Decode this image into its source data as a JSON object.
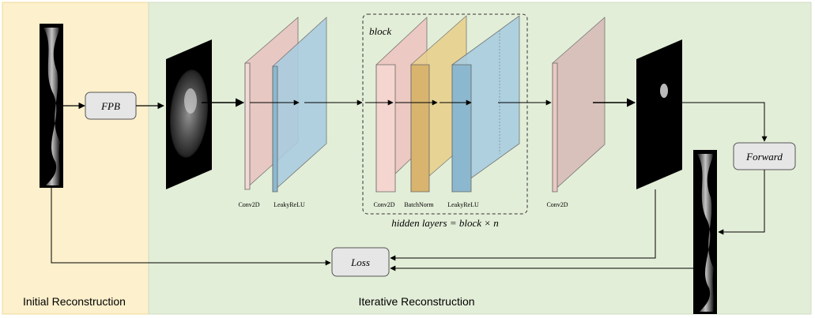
{
  "sections": {
    "initial_label": "Initial Reconstruction",
    "iterative_label": "Iterative Reconstruction"
  },
  "nodes": {
    "fpb": "FPB",
    "forward": "Forward",
    "loss": "Loss"
  },
  "block": {
    "title": "block",
    "caption": "hidden layers = block × n"
  },
  "layers": {
    "conv1": "Conv2D",
    "leaky1": "LeakyReLU",
    "conv_block": "Conv2D",
    "batchnorm": "BatchNorm",
    "leaky_block": "LeakyReLU",
    "conv_out": "Conv2D"
  },
  "colors": {
    "initial_bg": "#fdf0cc",
    "iterative_bg": "#e3eed8",
    "conv": "#e8c4c0",
    "leaky": "#a9cde0",
    "batchnorm": "#e8d08a"
  }
}
